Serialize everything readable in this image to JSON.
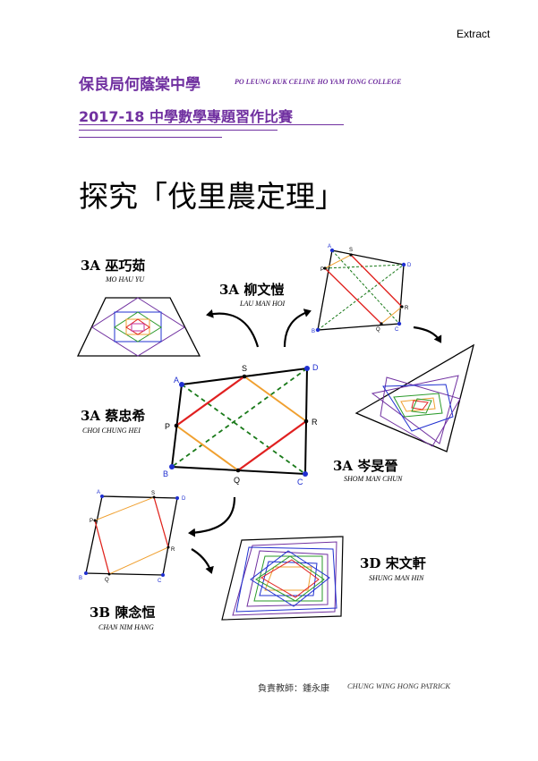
{
  "header": {
    "extract_label": "Extract",
    "school_cn": "保良局何蔭棠中學",
    "school_en": "PO LEUNG KUK CELINE HO YAM TONG COLLEGE",
    "competition": "2017-18  中學數學專題習作比賽"
  },
  "title": "探究「伐里農定理」",
  "students": [
    {
      "cls": "3A",
      "name_cn": "巫巧茹",
      "name_en": "MO HAU YU"
    },
    {
      "cls": "3A",
      "name_cn": "柳文愷",
      "name_en": "LAU MAN HOI"
    },
    {
      "cls": "3A",
      "name_cn": "蔡忠希",
      "name_en": "CHOI CHUNG HEI"
    },
    {
      "cls": "3A",
      "name_cn": "岑旻晉",
      "name_en": "SHOM MAN CHUN"
    },
    {
      "cls": "3D",
      "name_cn": "宋文軒",
      "name_en": "SHUNG MAN HIN"
    },
    {
      "cls": "3B",
      "name_cn": "陳念恒",
      "name_en": "CHAN NIM HANG"
    }
  ],
  "figure_labels": {
    "A": "A",
    "B": "B",
    "C": "C",
    "D": "D",
    "P": "P",
    "Q": "Q",
    "R": "R",
    "S": "S"
  },
  "colors": {
    "heading": "#7030a0",
    "point": "#1f2fd0",
    "orange": "#f0a030",
    "red": "#e02020",
    "green_dashed": "#1a7a1a",
    "purple": "#7030a0",
    "blue": "#2030d0",
    "green": "#2a9a2a"
  },
  "footer": {
    "teacher_label": "負責教師：鍾永康",
    "teacher_en": "CHUNG WING HONG PATRICK"
  }
}
